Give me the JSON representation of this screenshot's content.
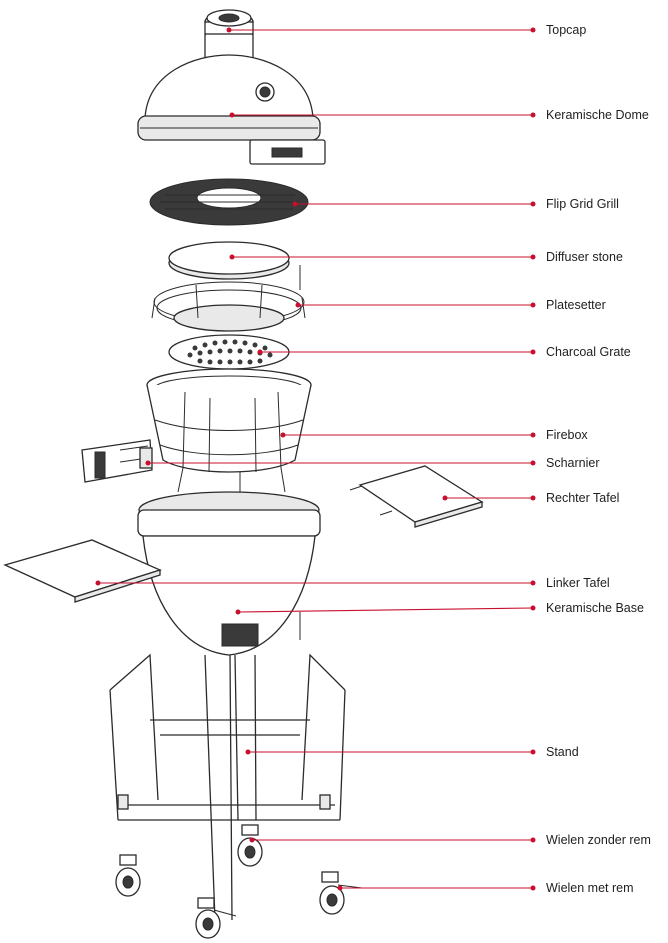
{
  "accent_color": "#c8102e",
  "labels": [
    {
      "id": "topcap",
      "text": "Topcap"
    },
    {
      "id": "dome",
      "text": "Keramische Dome"
    },
    {
      "id": "flipgrid",
      "text": "Flip Grid Grill"
    },
    {
      "id": "diffuser",
      "text": "Diffuser stone"
    },
    {
      "id": "platesetter",
      "text": "Platesetter"
    },
    {
      "id": "charcoalgrate",
      "text": "Charcoal Grate"
    },
    {
      "id": "firebox",
      "text": "Firebox"
    },
    {
      "id": "scharnier",
      "text": "Scharnier"
    },
    {
      "id": "rechtertafel",
      "text": "Rechter Tafel"
    },
    {
      "id": "linkertafel",
      "text": "Linker Tafel"
    },
    {
      "id": "base",
      "text": "Keramische Base"
    },
    {
      "id": "stand",
      "text": "Stand"
    },
    {
      "id": "wielenzonder",
      "text": "Wielen zonder rem"
    },
    {
      "id": "wielenmet",
      "text": "Wielen met rem"
    }
  ]
}
